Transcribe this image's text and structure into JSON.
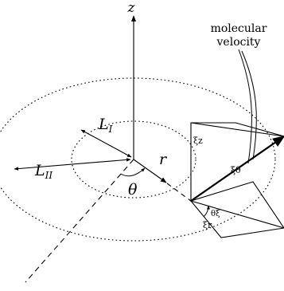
{
  "labels": {
    "z_axis": "z",
    "molecular": "molecular",
    "velocity": "velocity",
    "l_one": "L",
    "l_one_sub": "I",
    "l_two": "L",
    "l_two_sub": "II",
    "theta": "θ",
    "r": "r",
    "xi_z": "ξz",
    "xi_theta": "ξθ",
    "xi_r": "ξr",
    "theta_xi": "θξ"
  }
}
